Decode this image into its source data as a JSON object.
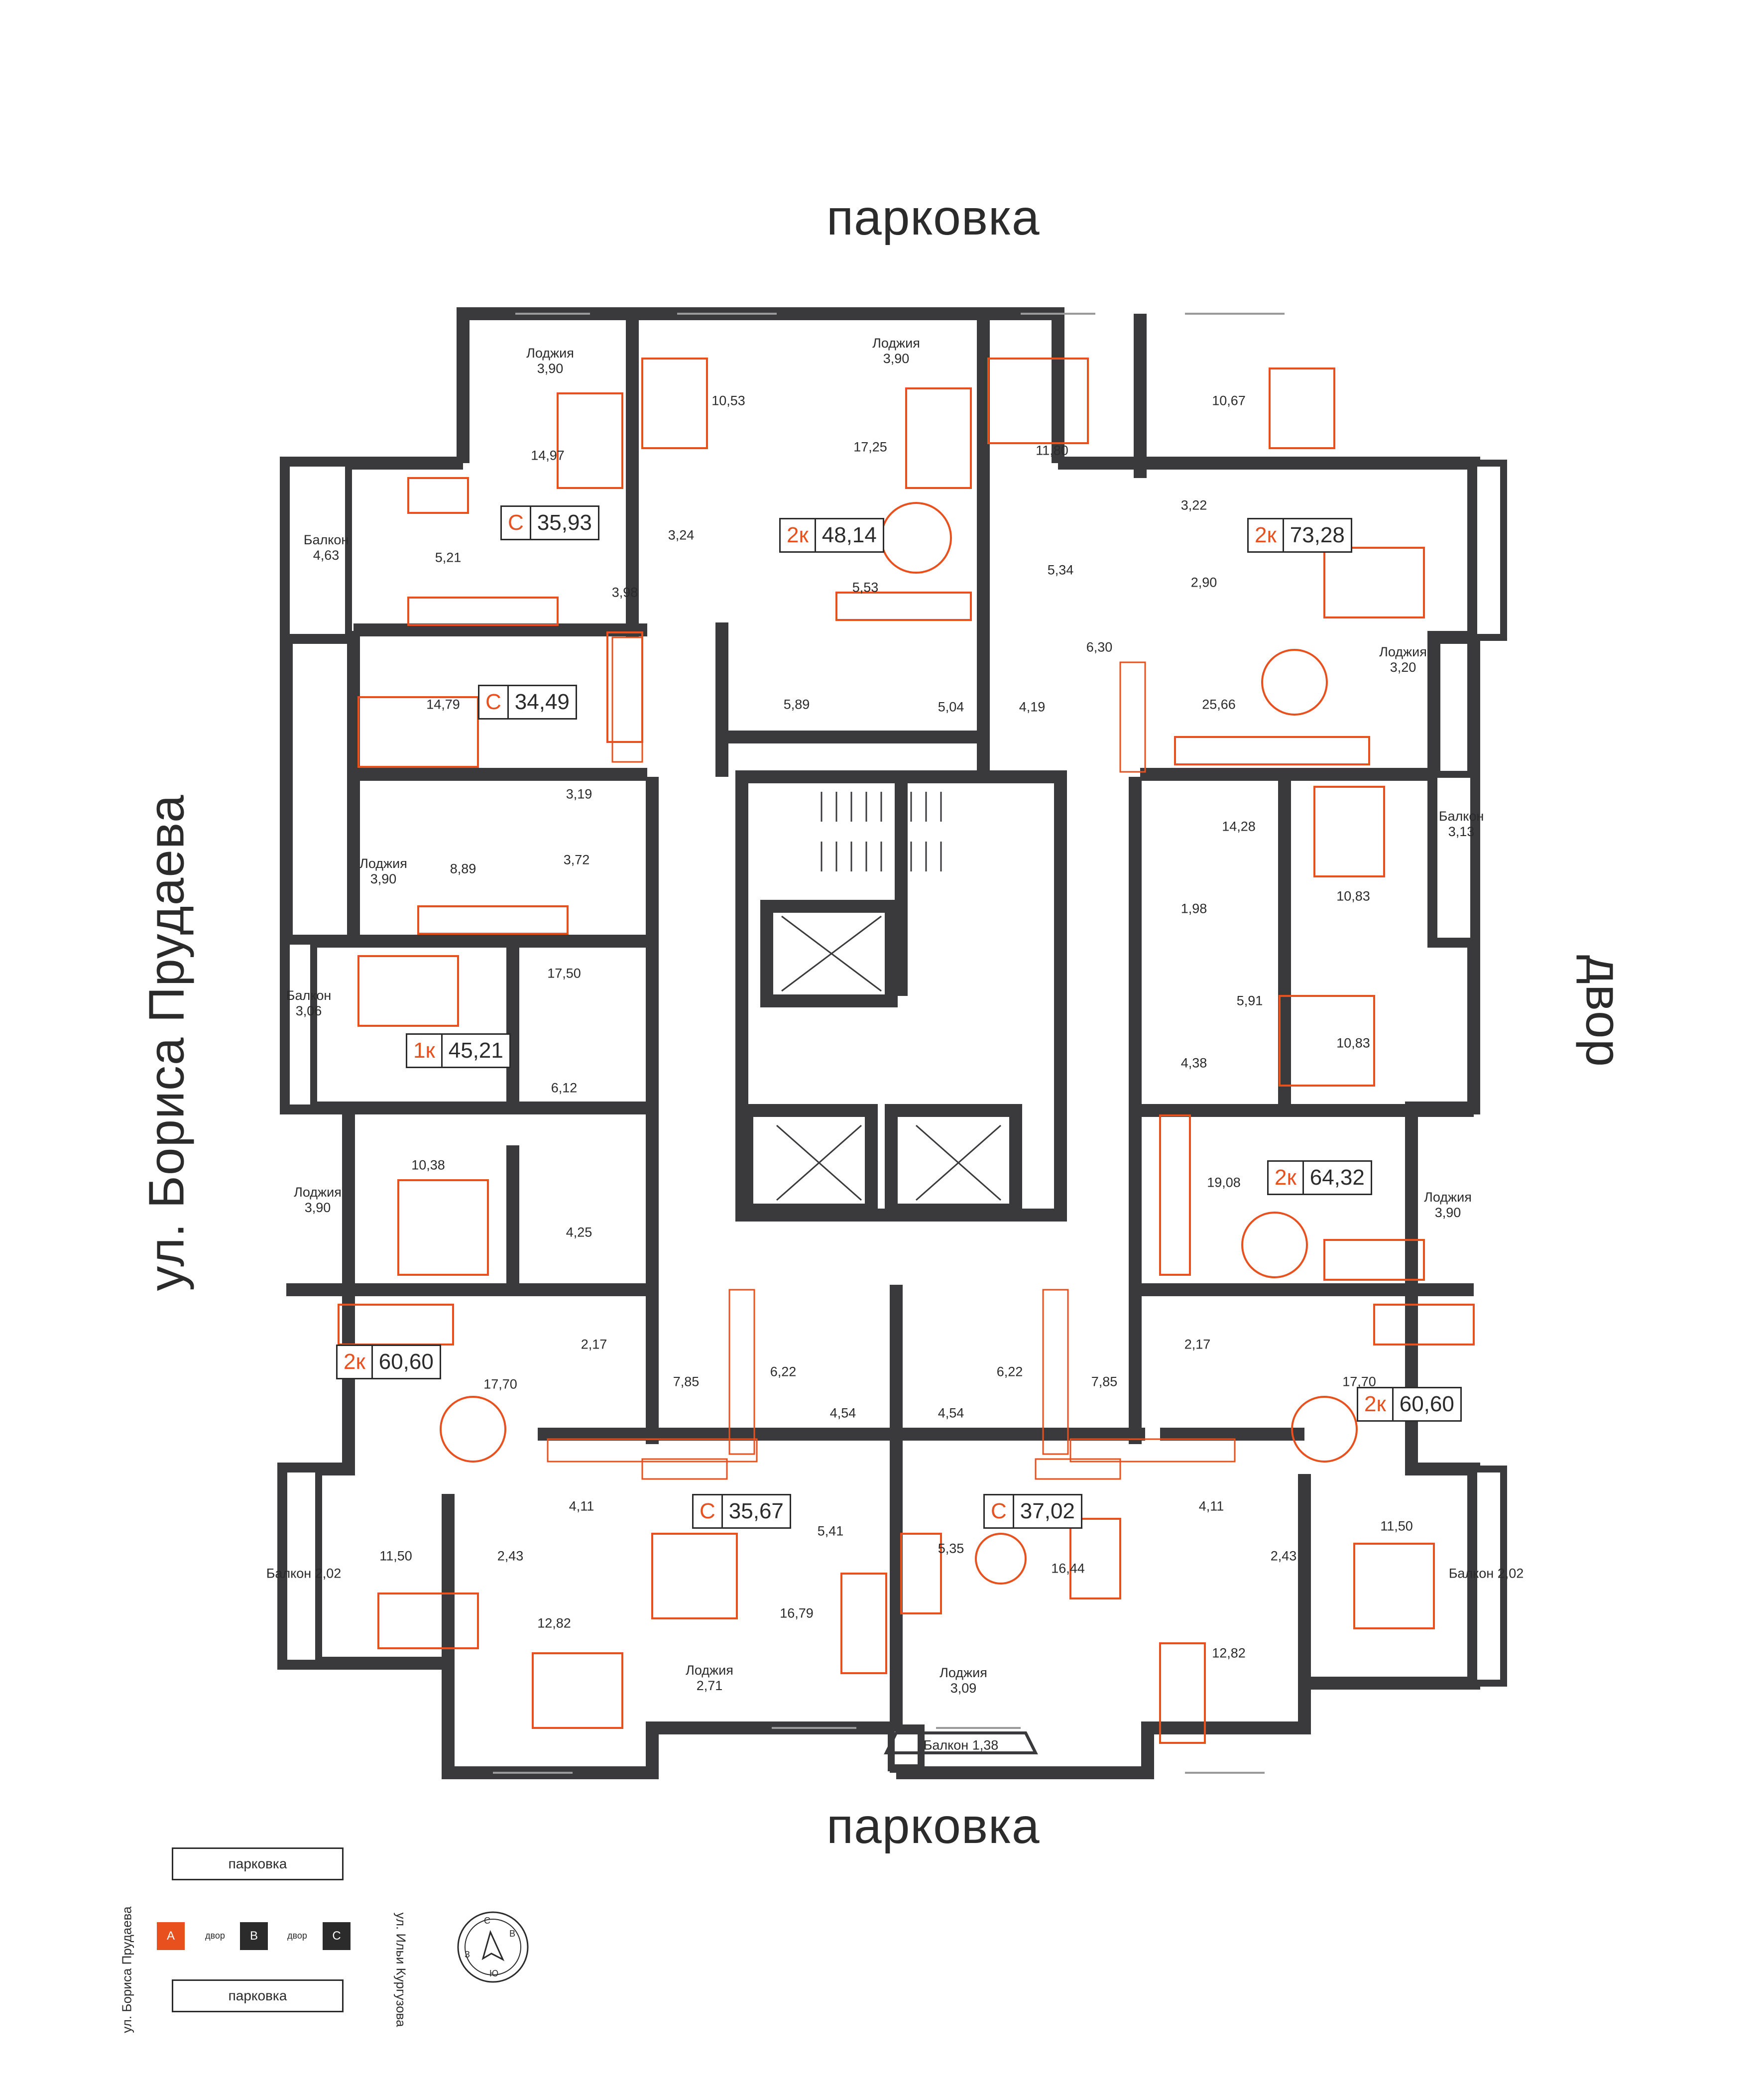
{
  "labels": {
    "parking_top": "парковка",
    "parking_bottom": "парковка",
    "street_left": "ул. Бориса Прудаева",
    "yard_right": "двор"
  },
  "apartments": [
    {
      "type": "С",
      "area": "35,93"
    },
    {
      "type": "2к",
      "area": "48,14"
    },
    {
      "type": "2к",
      "area": "73,28"
    },
    {
      "type": "С",
      "area": "34,49"
    },
    {
      "type": "1к",
      "area": "45,21"
    },
    {
      "type": "2к",
      "area": "64,32"
    },
    {
      "type": "2к",
      "area": "60,60"
    },
    {
      "type": "2к",
      "area": "60,60"
    },
    {
      "type": "С",
      "area": "35,67"
    },
    {
      "type": "С",
      "area": "37,02"
    }
  ],
  "rooms": [
    {
      "name": "Лоджия",
      "area": "3,90"
    },
    {
      "name": "",
      "area": "14,97"
    },
    {
      "name": "",
      "area": "5,21"
    },
    {
      "name": "Балкон",
      "area": "4,63"
    },
    {
      "name": "",
      "area": "3,98"
    },
    {
      "name": "",
      "area": "10,53"
    },
    {
      "name": "",
      "area": "3,24"
    },
    {
      "name": "Лоджия",
      "area": "3,90"
    },
    {
      "name": "",
      "area": "17,25"
    },
    {
      "name": "",
      "area": "5,53"
    },
    {
      "name": "",
      "area": "5,89"
    },
    {
      "name": "",
      "area": "5,04"
    },
    {
      "name": "",
      "area": "11,80"
    },
    {
      "name": "",
      "area": "10,67"
    },
    {
      "name": "",
      "area": "3,22"
    },
    {
      "name": "",
      "area": "5,34"
    },
    {
      "name": "",
      "area": "2,90"
    },
    {
      "name": "",
      "area": "6,30"
    },
    {
      "name": "",
      "area": "4,19"
    },
    {
      "name": "",
      "area": "25,66"
    },
    {
      "name": "Лоджия",
      "area": "3,20"
    },
    {
      "name": "",
      "area": "14,79"
    },
    {
      "name": "",
      "area": "3,19"
    },
    {
      "name": "Лоджия",
      "area": "3,90"
    },
    {
      "name": "",
      "area": "8,89"
    },
    {
      "name": "",
      "area": "3,72"
    },
    {
      "name": "",
      "area": "17,50"
    },
    {
      "name": "Балкон",
      "area": "3,06"
    },
    {
      "name": "",
      "area": "6,12"
    },
    {
      "name": "",
      "area": "10,38"
    },
    {
      "name": "Лоджия",
      "area": "3,90"
    },
    {
      "name": "",
      "area": "4,25"
    },
    {
      "name": "",
      "area": "14,28"
    },
    {
      "name": "",
      "area": "1,98"
    },
    {
      "name": "",
      "area": "10,83"
    },
    {
      "name": "Балкон",
      "area": "3,13"
    },
    {
      "name": "",
      "area": "5,91"
    },
    {
      "name": "",
      "area": "10,83"
    },
    {
      "name": "",
      "area": "4,38"
    },
    {
      "name": "",
      "area": "19,08"
    },
    {
      "name": "Лоджия",
      "area": "3,90"
    },
    {
      "name": "",
      "area": "2,17"
    },
    {
      "name": "",
      "area": "17,70"
    },
    {
      "name": "",
      "area": "7,85"
    },
    {
      "name": "",
      "area": "6,22"
    },
    {
      "name": "",
      "area": "4,54"
    },
    {
      "name": "",
      "area": "4,54"
    },
    {
      "name": "",
      "area": "6,22"
    },
    {
      "name": "",
      "area": "7,85"
    },
    {
      "name": "",
      "area": "17,70"
    },
    {
      "name": "",
      "area": "2,17"
    },
    {
      "name": "",
      "area": "4,11"
    },
    {
      "name": "",
      "area": "11,50"
    },
    {
      "name": "Балкон",
      "area": "2,02"
    },
    {
      "name": "",
      "area": "2,43"
    },
    {
      "name": "",
      "area": "12,82"
    },
    {
      "name": "",
      "area": "5,41"
    },
    {
      "name": "",
      "area": "16,79"
    },
    {
      "name": "Лоджия",
      "area": "2,71"
    },
    {
      "name": "",
      "area": "5,35"
    },
    {
      "name": "",
      "area": "16,44"
    },
    {
      "name": "Лоджия",
      "area": "3,09"
    },
    {
      "name": "Балкон",
      "area": "1,38"
    },
    {
      "name": "",
      "area": "4,11"
    },
    {
      "name": "",
      "area": "2,43"
    },
    {
      "name": "",
      "area": "11,50"
    },
    {
      "name": "Балкон",
      "area": "2,02"
    },
    {
      "name": "",
      "area": "12,82"
    }
  ],
  "legend": {
    "parking_top": "парковка",
    "parking_bottom": "парковка",
    "street_left": "ул. Бориса Прудаева",
    "street_right": "ул. Ильи Кургузова",
    "sections": [
      "A",
      "B",
      "C"
    ],
    "yard_1": "двор",
    "yard_2": "двор",
    "compass": {
      "n": "С",
      "e": "В",
      "s": "Ю",
      "w": "З"
    }
  },
  "colors": {
    "wall": "#3a3a3c",
    "accent": "#e8501e",
    "text": "#2b2b2b",
    "section_dark": "#2b2b2b"
  }
}
